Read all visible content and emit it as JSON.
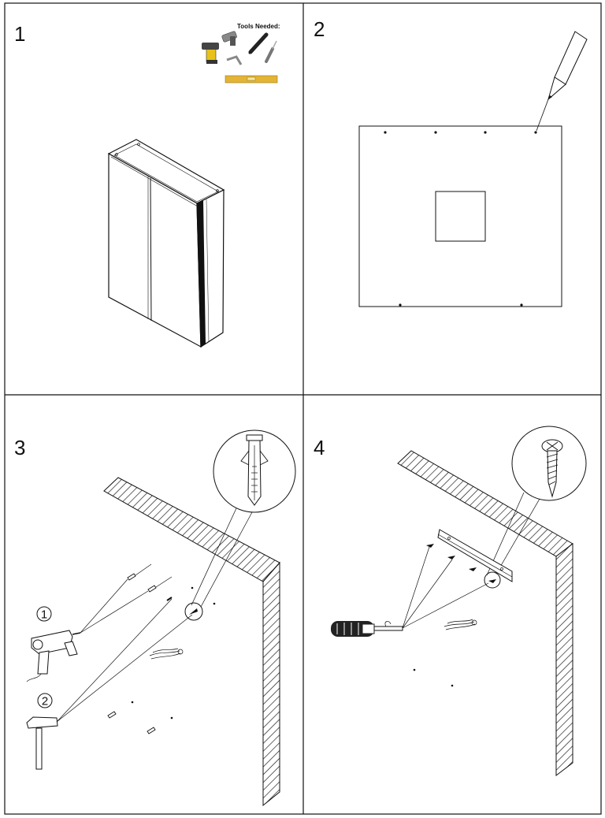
{
  "panels": [
    {
      "step": "1"
    },
    {
      "step": "2"
    },
    {
      "step": "3"
    },
    {
      "step": "4"
    }
  ],
  "tools": {
    "title": "Tools Needed:"
  },
  "callouts": {
    "drill_step": "1",
    "hammer_step": "2"
  },
  "colors": {
    "drill_yellow": "#e8c21a",
    "level_yellow": "#e3b436",
    "line": "#111111"
  }
}
